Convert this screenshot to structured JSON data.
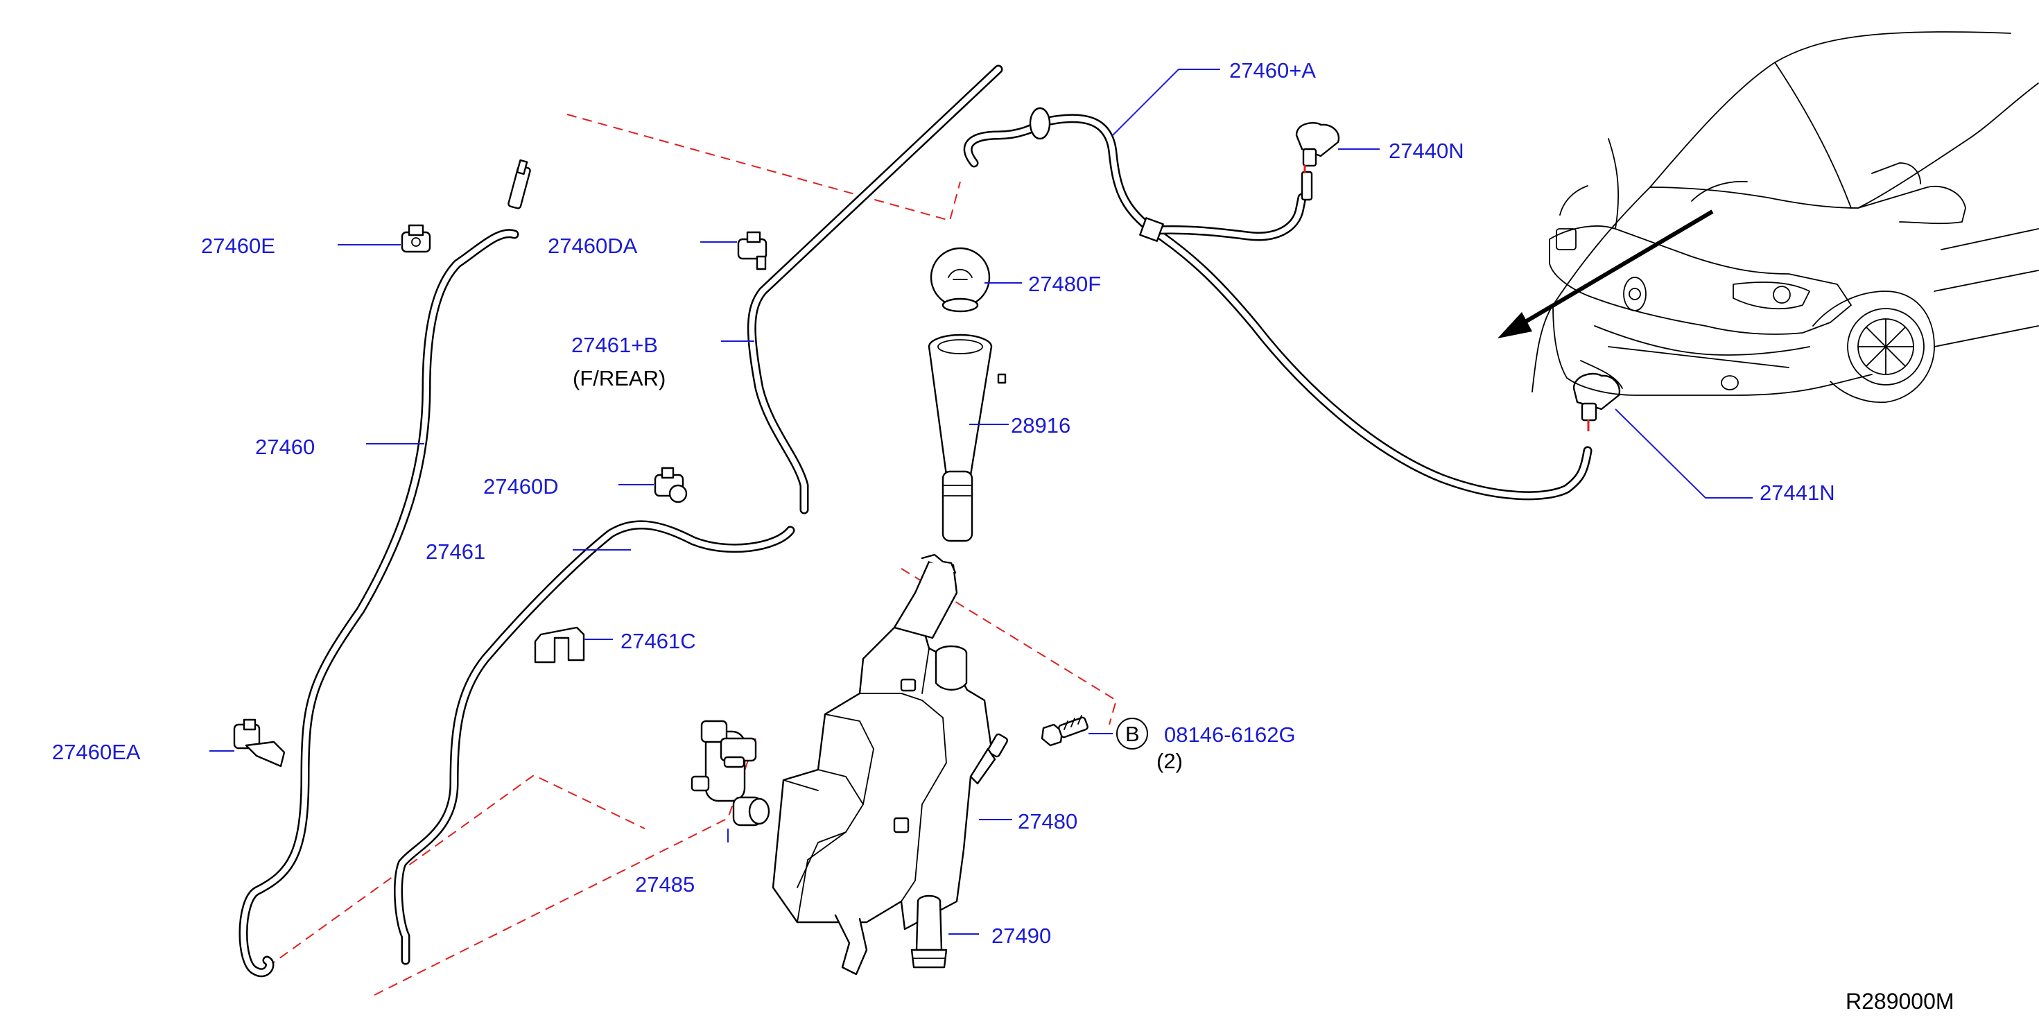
{
  "callouts": [
    {
      "id": "27460E",
      "text": "27460E"
    },
    {
      "id": "27460DA",
      "text": "27460DA"
    },
    {
      "id": "27461B",
      "text": "27461+B"
    },
    {
      "id": "27460",
      "text": "27460"
    },
    {
      "id": "27460D",
      "text": "27460D"
    },
    {
      "id": "27461",
      "text": "27461"
    },
    {
      "id": "27461C",
      "text": "27461C"
    },
    {
      "id": "27460EA",
      "text": "27460EA"
    },
    {
      "id": "27485",
      "text": "27485"
    },
    {
      "id": "27460A",
      "text": "27460+A"
    },
    {
      "id": "27440N",
      "text": "27440N"
    },
    {
      "id": "27480F",
      "text": "27480F"
    },
    {
      "id": "28916",
      "text": "28916"
    },
    {
      "id": "27441N",
      "text": "27441N"
    },
    {
      "id": "08146",
      "text": "08146-6162G"
    },
    {
      "id": "27480",
      "text": "27480"
    },
    {
      "id": "27490",
      "text": "27490"
    }
  ],
  "notes": {
    "front_rear": "(F/REAR)",
    "bolt_qty": "(2)",
    "bolt_marker": "B"
  },
  "diagram_code": "R289000M",
  "colors": {
    "callout": "#1a1ad6",
    "dashed_guide": "#e0201e",
    "line_art": "#000000"
  }
}
